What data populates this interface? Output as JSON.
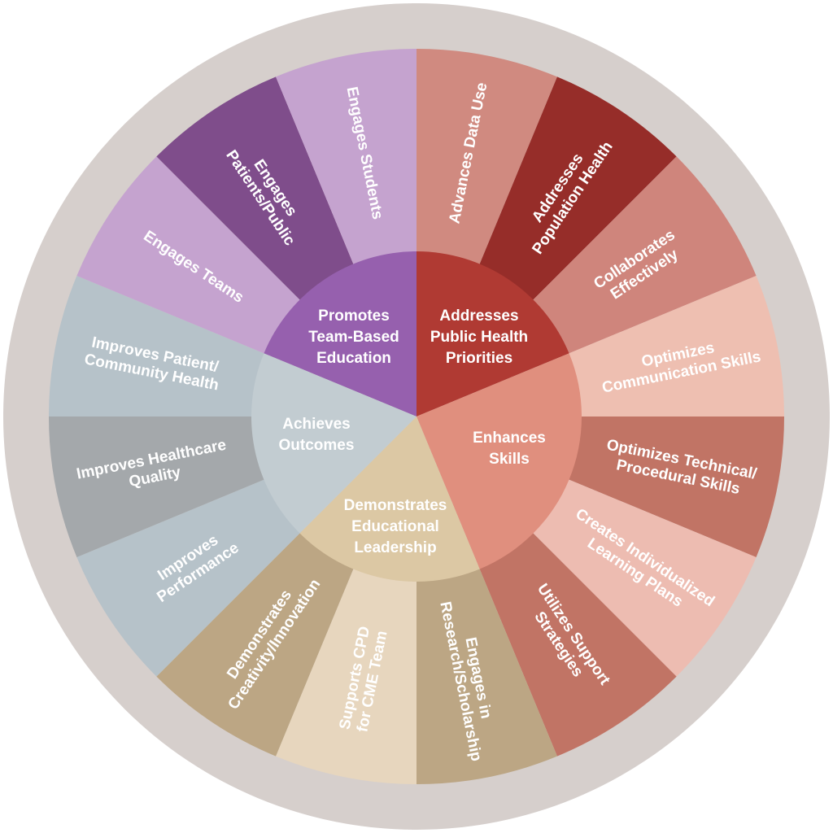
{
  "wheel": {
    "rim_color": "#d6cfcc",
    "inner_sectors": [
      {
        "key": "team",
        "color": "#9660ae",
        "lines": [
          "Promotes",
          "Team-Based",
          "Education"
        ]
      },
      {
        "key": "public",
        "color": "#b03a33",
        "lines": [
          "Addresses",
          "Public Health",
          "Priorities"
        ]
      },
      {
        "key": "skills",
        "color": "#e08f7e",
        "lines": [
          "Enhances",
          "Skills"
        ]
      },
      {
        "key": "leadership",
        "color": "#dcc8a4",
        "lines": [
          "Demonstrates",
          "Educational",
          "Leadership"
        ]
      },
      {
        "key": "outcomes",
        "color": "#c2ccd1",
        "lines": [
          "Achieves",
          "Outcomes"
        ]
      }
    ],
    "outer_segments": [
      {
        "color": "#d08a80",
        "lines": [
          "Advances Data Use"
        ]
      },
      {
        "color": "#962d29",
        "lines": [
          "Addresses",
          "Population Health"
        ]
      },
      {
        "color": "#cf857c",
        "lines": [
          "Collaborates",
          "Effectively"
        ]
      },
      {
        "color": "#eebfb1",
        "lines": [
          "Optimizes",
          "Communication Skills"
        ]
      },
      {
        "color": "#c17465",
        "lines": [
          "Optimizes Technical/",
          "Procedural Skills"
        ]
      },
      {
        "color": "#edbcb1",
        "lines": [
          "Creates Individualized",
          "Learning Plans"
        ]
      },
      {
        "color": "#c17465",
        "lines": [
          "Utilizes Support",
          "Strategies"
        ]
      },
      {
        "color": "#bca684",
        "lines": [
          "Engages in",
          "Research/Scholarship"
        ]
      },
      {
        "color": "#e7d6be",
        "lines": [
          "Supports CPD",
          "for CME Team"
        ]
      },
      {
        "color": "#bca684",
        "lines": [
          "Demonstrates",
          "Creativity/Innovation"
        ]
      },
      {
        "color": "#b6c2c9",
        "lines": [
          "Improves",
          "Performance"
        ]
      },
      {
        "color": "#a4a8ab",
        "lines": [
          "Improves Healthcare",
          "Quality"
        ]
      },
      {
        "color": "#b6c2c9",
        "lines": [
          "Improves Patient/",
          "Community Health"
        ]
      },
      {
        "color": "#c5a3cf",
        "lines": [
          "Engages Teams"
        ]
      },
      {
        "color": "#7f4d8b",
        "lines": [
          "Engages",
          "Patients/Public"
        ]
      },
      {
        "color": "#c5a3cf",
        "lines": [
          "Engages Students"
        ]
      }
    ]
  }
}
